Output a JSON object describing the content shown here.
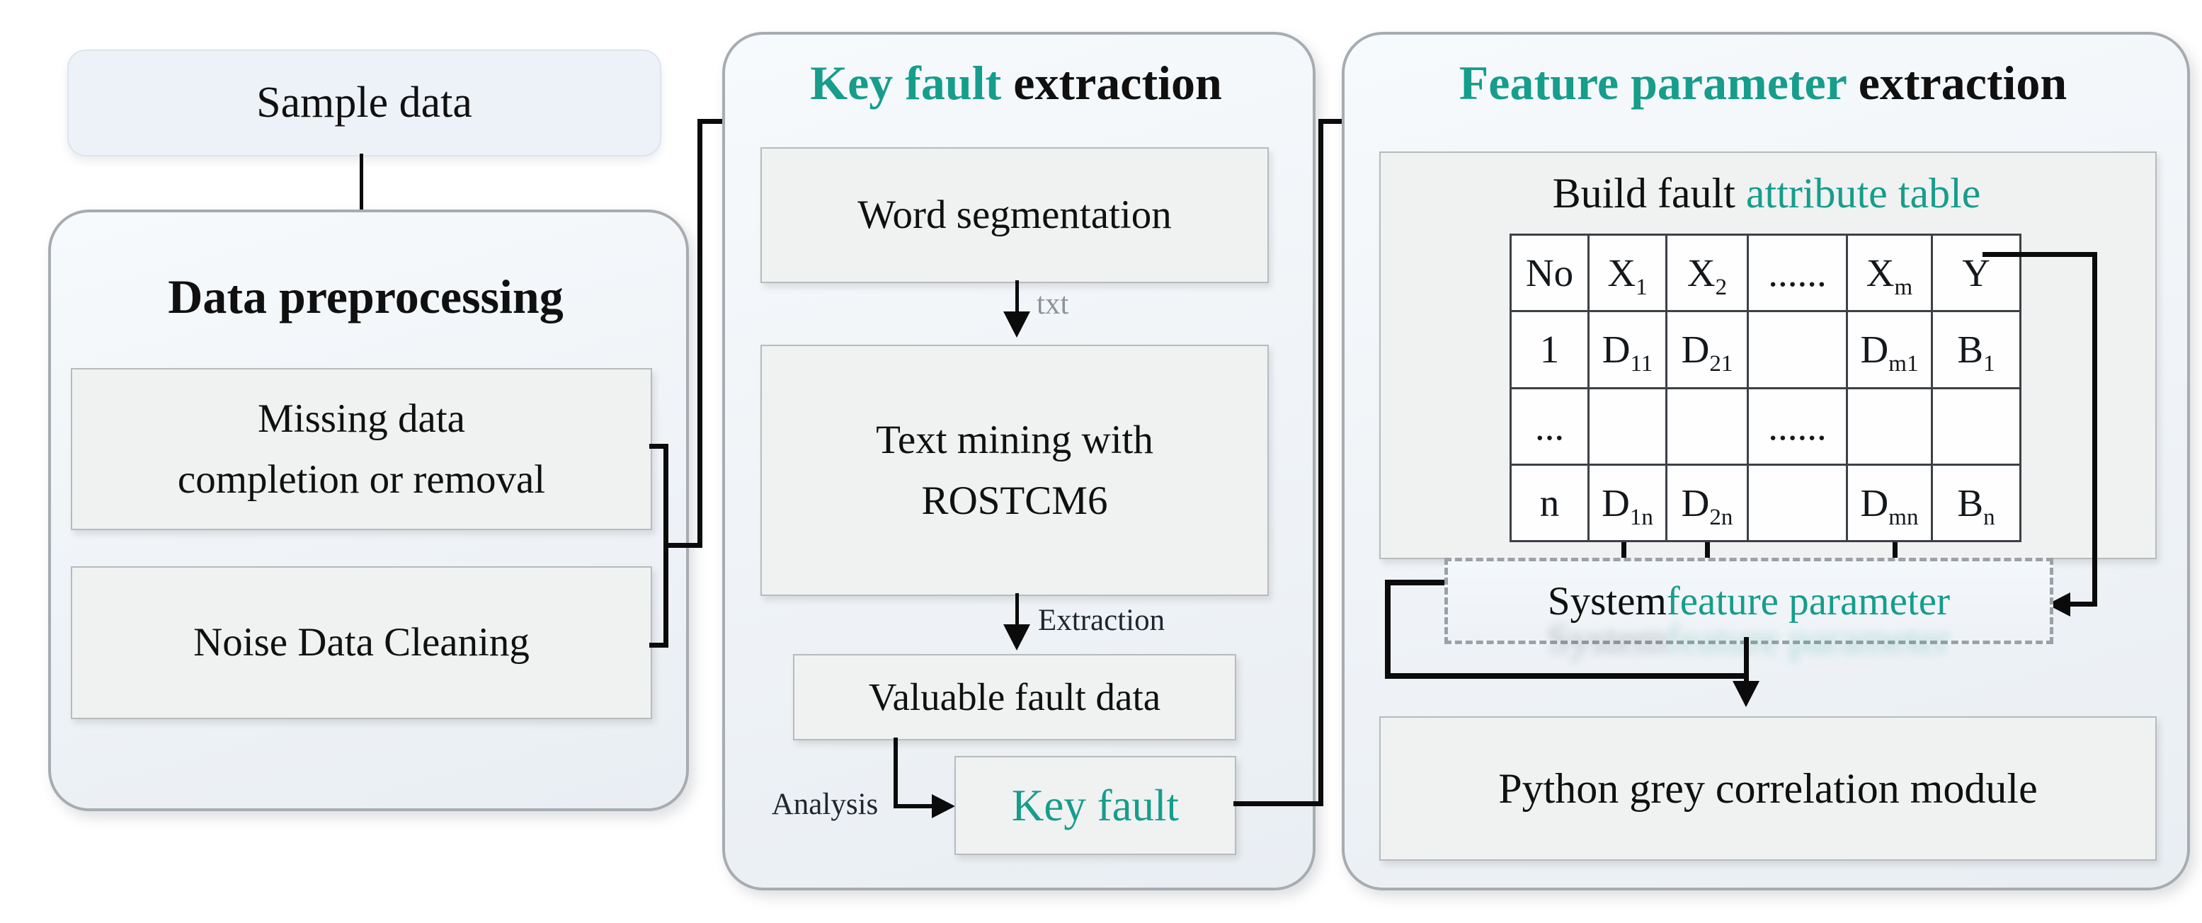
{
  "colors": {
    "teal": "#169d8c",
    "line_black": "#0b0b0b"
  },
  "sample_box": {
    "label": "Sample data"
  },
  "left_panel": {
    "title": "Data preprocessing",
    "missing_box": {
      "line1": "Missing data",
      "line2": "completion or removal"
    },
    "noise_box": {
      "label": "Noise Data Cleaning"
    }
  },
  "middle_panel": {
    "title_accent": "Key fault",
    "title_rest": " extraction",
    "word_box": {
      "label": "Word segmentation"
    },
    "txt_label": "txt",
    "mining_box": {
      "line1": "Text mining with",
      "line2": "ROSTCM6"
    },
    "extraction_label": "Extraction",
    "valuable_box": {
      "label": "Valuable fault data"
    },
    "analysis_label": "Analysis",
    "key_fault_box": {
      "label": "Key fault"
    }
  },
  "right_panel": {
    "title_accent": "Feature parameter",
    "title_rest": " extraction",
    "build_heading": {
      "black": "Build fault",
      "teal": " attribute table"
    },
    "table": {
      "rows": [
        [
          {
            "t": "No"
          },
          {
            "b": "X",
            "s": "1"
          },
          {
            "b": "X",
            "s": "2"
          },
          {
            "t": "......"
          },
          {
            "b": "X",
            "s": "m"
          },
          {
            "t": "Y"
          }
        ],
        [
          {
            "t": "1"
          },
          {
            "b": "D",
            "s": "11"
          },
          {
            "b": "D",
            "s": "21"
          },
          {
            "t": ""
          },
          {
            "b": "D",
            "s": "m1"
          },
          {
            "b": "B",
            "s": "1"
          }
        ],
        [
          {
            "t": "..."
          },
          {
            "t": ""
          },
          {
            "t": ""
          },
          {
            "t": "......"
          },
          {
            "t": ""
          },
          {
            "t": ""
          }
        ],
        [
          {
            "t": "n"
          },
          {
            "b": "D",
            "s": "1n"
          },
          {
            "b": "D",
            "s": "2n"
          },
          {
            "t": ""
          },
          {
            "b": "D",
            "s": "mn"
          },
          {
            "b": "B",
            "s": "n"
          }
        ]
      ]
    },
    "system_box": {
      "black": "System",
      "teal": " feature parameter"
    },
    "python_box": {
      "label": "Python grey correlation module"
    }
  }
}
